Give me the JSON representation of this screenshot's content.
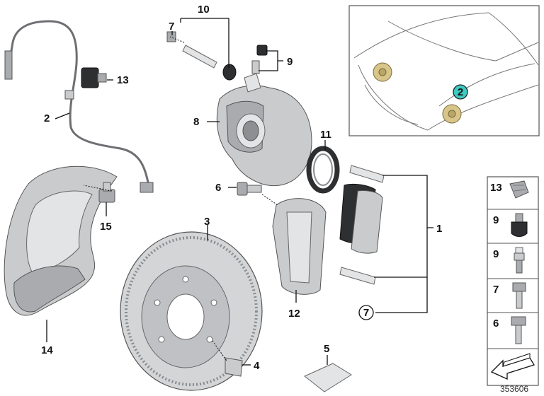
{
  "callouts": {
    "c1": "1",
    "c2": "2",
    "c3": "3",
    "c4": "4",
    "c5": "5",
    "c6": "6",
    "c7_top": "7",
    "c7_circle": "7",
    "c8": "8",
    "c9": "9",
    "c10": "10",
    "c11": "11",
    "c12": "12",
    "c13": "13",
    "c14": "14",
    "c15": "15"
  },
  "inset": {
    "badge": "2"
  },
  "sidebar": {
    "items": [
      {
        "number": "13",
        "icon": "cable-clip-icon"
      },
      {
        "number": "9",
        "icon": "bleeder-cap-icon"
      },
      {
        "number": "9",
        "icon": "bleeder-valve-icon"
      },
      {
        "number": "7",
        "icon": "guide-bolt-icon"
      },
      {
        "number": "6",
        "icon": "hex-bolt-icon"
      }
    ],
    "footer_icon": "arrow-left-icon"
  },
  "reference_number": "353606"
}
